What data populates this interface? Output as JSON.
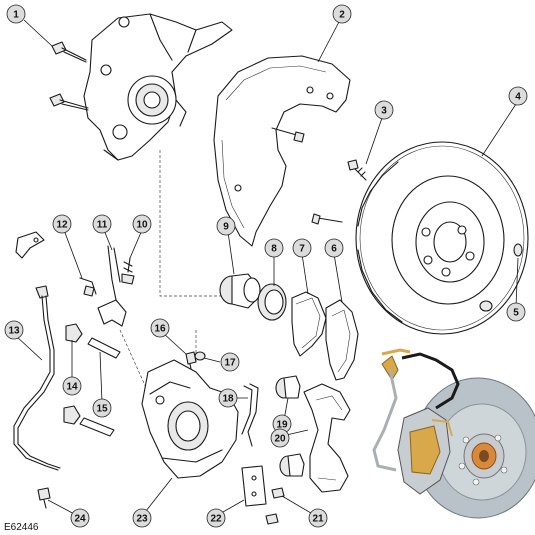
{
  "figure_ref": "E62446",
  "callouts": [
    "1",
    "2",
    "3",
    "4",
    "5",
    "6",
    "7",
    "8",
    "9",
    "10",
    "11",
    "12",
    "13",
    "14",
    "15",
    "16",
    "17",
    "18",
    "19",
    "20",
    "21",
    "22",
    "23",
    "24"
  ],
  "colors": {
    "line": "#1a1a1a",
    "callout_fill": "#dcdcdc",
    "caliper_yellow": "#d9a84a",
    "hub_orange": "#d88a3a",
    "disc_grey": "#b8c2c8",
    "hose_black": "#1a1a1a"
  }
}
